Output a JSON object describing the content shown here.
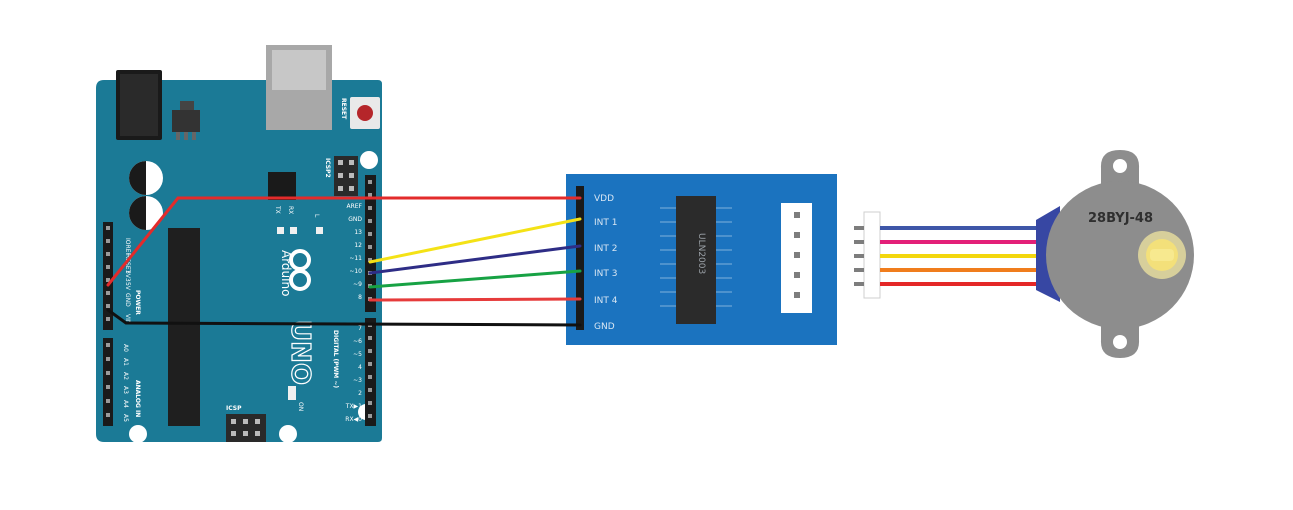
{
  "colors": {
    "board": "#1b7a96",
    "driver": "#1b73bf",
    "motor": "#8d8d8d",
    "motor_cap": "#3747a3",
    "wire_vdd": "#e32b2b",
    "wire_int1": "#f4e216",
    "wire_int2": "#2e2d86",
    "wire_int3": "#17a244",
    "wire_int4": "#e63b3b",
    "wire_gnd": "#111111",
    "motor_blue": "#3e56a8",
    "motor_pink": "#e31f78",
    "motor_yellow": "#f3d70d",
    "motor_orange": "#f07d1d",
    "motor_red": "#e42727"
  },
  "arduino": {
    "brand": "Arduino",
    "model": "UNO",
    "reset_label": "RESET",
    "icsp2_label": "ICSP2",
    "icsp_label": "ICSP",
    "tx_label": "TX",
    "rx_label": "RX",
    "l_label": "L",
    "on_label": "ON",
    "digital_label": "DIGITAL (PWM ~)",
    "analog_label": "ANALOG IN",
    "power_label": "POWER",
    "ioref_label": "IOREF",
    "reset_pin_label": "RESET",
    "pin_3v3_label": "3V3",
    "pin_5v_label": "5V",
    "pin_gnd_label": "GND",
    "pin_vin_label": "VIN",
    "aref_label": "AREF",
    "top_pins": [
      "AREF",
      "GND",
      "13",
      "12",
      "~11",
      "~10",
      "~9",
      "8"
    ],
    "bottom_pins": [
      "7",
      "~6",
      "~5",
      "4",
      "~3",
      "2",
      "TX▶1",
      "RX◀0"
    ],
    "analog_pins": [
      "A0",
      "A1",
      "A2",
      "A3",
      "A4",
      "A5"
    ]
  },
  "driver": {
    "chip_label": "ULN2003",
    "pins": [
      "VDD",
      "INT 1",
      "INT 2",
      "INT 3",
      "INT 4",
      "GND"
    ]
  },
  "motor": {
    "label": "28BYJ-48"
  }
}
